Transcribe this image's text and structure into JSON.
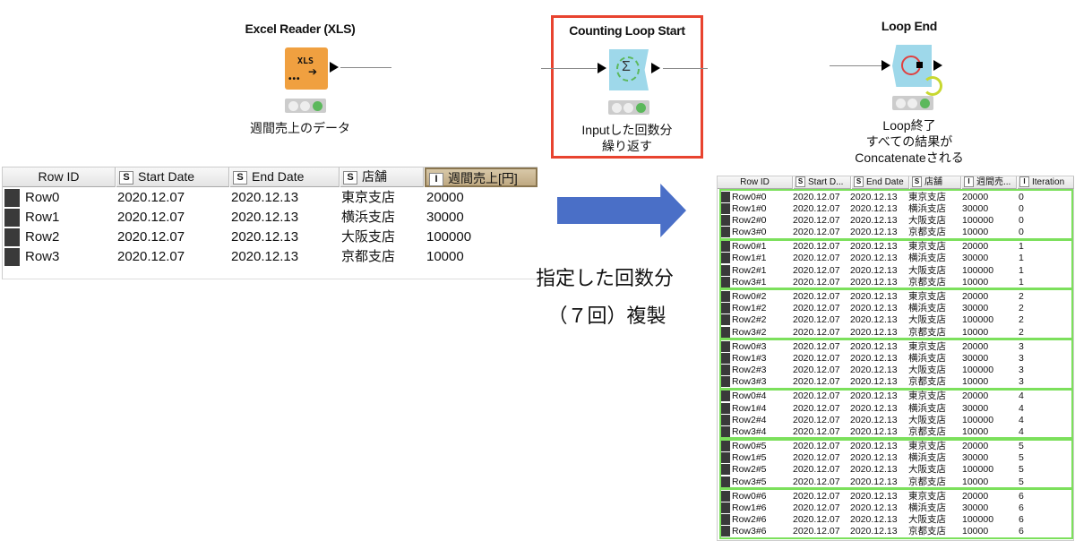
{
  "nodes": {
    "excel_reader": {
      "title": "Excel Reader (XLS)",
      "icon_text": "XLS",
      "label": "週間売上のデータ",
      "color": "#f0a040"
    },
    "loop_start": {
      "title": "Counting Loop Start",
      "icon": "sigma-loop-icon",
      "label_lines": [
        "Inputした回数分",
        "繰り返す"
      ],
      "color": "#9ed8ea",
      "highlight": "#e8432f"
    },
    "loop_end": {
      "title": "Loop End",
      "icon": "loop-end-icon",
      "label_lines": [
        "Loop終了",
        "すべての結果が",
        "Concatenateされる"
      ],
      "color": "#9ed8ea"
    }
  },
  "arrow": {
    "lines": [
      "指定した回数分",
      "（７回）複製"
    ],
    "color": "#4a6fc7"
  },
  "input_table": {
    "columns": [
      {
        "type": "",
        "label": "Row ID"
      },
      {
        "type": "S",
        "label": "Start Date"
      },
      {
        "type": "S",
        "label": "End Date"
      },
      {
        "type": "S",
        "label": "店舗"
      },
      {
        "type": "I",
        "label": "週間売上[円]"
      }
    ],
    "rows": [
      [
        "Row0",
        "2020.12.07",
        "2020.12.13",
        "東京支店",
        "20000"
      ],
      [
        "Row1",
        "2020.12.07",
        "2020.12.13",
        "横浜支店",
        "30000"
      ],
      [
        "Row2",
        "2020.12.07",
        "2020.12.13",
        "大阪支店",
        "100000"
      ],
      [
        "Row3",
        "2020.12.07",
        "2020.12.13",
        "京都支店",
        "10000"
      ]
    ]
  },
  "output_table": {
    "columns": [
      {
        "type": "",
        "label": "Row ID"
      },
      {
        "type": "S",
        "label": "Start D..."
      },
      {
        "type": "S",
        "label": "End Date"
      },
      {
        "type": "S",
        "label": "店舗"
      },
      {
        "type": "I",
        "label": "週間売..."
      },
      {
        "type": "I",
        "label": "Iteration"
      }
    ],
    "group_border_color": "#7ce05c",
    "groups": [
      [
        [
          "Row0#0",
          "2020.12.07",
          "2020.12.13",
          "東京支店",
          "20000",
          "0"
        ],
        [
          "Row1#0",
          "2020.12.07",
          "2020.12.13",
          "横浜支店",
          "30000",
          "0"
        ],
        [
          "Row2#0",
          "2020.12.07",
          "2020.12.13",
          "大阪支店",
          "100000",
          "0"
        ],
        [
          "Row3#0",
          "2020.12.07",
          "2020.12.13",
          "京都支店",
          "10000",
          "0"
        ]
      ],
      [
        [
          "Row0#1",
          "2020.12.07",
          "2020.12.13",
          "東京支店",
          "20000",
          "1"
        ],
        [
          "Row1#1",
          "2020.12.07",
          "2020.12.13",
          "横浜支店",
          "30000",
          "1"
        ],
        [
          "Row2#1",
          "2020.12.07",
          "2020.12.13",
          "大阪支店",
          "100000",
          "1"
        ],
        [
          "Row3#1",
          "2020.12.07",
          "2020.12.13",
          "京都支店",
          "10000",
          "1"
        ]
      ],
      [
        [
          "Row0#2",
          "2020.12.07",
          "2020.12.13",
          "東京支店",
          "20000",
          "2"
        ],
        [
          "Row1#2",
          "2020.12.07",
          "2020.12.13",
          "横浜支店",
          "30000",
          "2"
        ],
        [
          "Row2#2",
          "2020.12.07",
          "2020.12.13",
          "大阪支店",
          "100000",
          "2"
        ],
        [
          "Row3#2",
          "2020.12.07",
          "2020.12.13",
          "京都支店",
          "10000",
          "2"
        ]
      ],
      [
        [
          "Row0#3",
          "2020.12.07",
          "2020.12.13",
          "東京支店",
          "20000",
          "3"
        ],
        [
          "Row1#3",
          "2020.12.07",
          "2020.12.13",
          "横浜支店",
          "30000",
          "3"
        ],
        [
          "Row2#3",
          "2020.12.07",
          "2020.12.13",
          "大阪支店",
          "100000",
          "3"
        ],
        [
          "Row3#3",
          "2020.12.07",
          "2020.12.13",
          "京都支店",
          "10000",
          "3"
        ]
      ],
      [
        [
          "Row0#4",
          "2020.12.07",
          "2020.12.13",
          "東京支店",
          "20000",
          "4"
        ],
        [
          "Row1#4",
          "2020.12.07",
          "2020.12.13",
          "横浜支店",
          "30000",
          "4"
        ],
        [
          "Row2#4",
          "2020.12.07",
          "2020.12.13",
          "大阪支店",
          "100000",
          "4"
        ],
        [
          "Row3#4",
          "2020.12.07",
          "2020.12.13",
          "京都支店",
          "10000",
          "4"
        ]
      ],
      [
        [
          "Row0#5",
          "2020.12.07",
          "2020.12.13",
          "東京支店",
          "20000",
          "5"
        ],
        [
          "Row1#5",
          "2020.12.07",
          "2020.12.13",
          "横浜支店",
          "30000",
          "5"
        ],
        [
          "Row2#5",
          "2020.12.07",
          "2020.12.13",
          "大阪支店",
          "100000",
          "5"
        ],
        [
          "Row3#5",
          "2020.12.07",
          "2020.12.13",
          "京都支店",
          "10000",
          "5"
        ]
      ],
      [
        [
          "Row0#6",
          "2020.12.07",
          "2020.12.13",
          "東京支店",
          "20000",
          "6"
        ],
        [
          "Row1#6",
          "2020.12.07",
          "2020.12.13",
          "横浜支店",
          "30000",
          "6"
        ],
        [
          "Row2#6",
          "2020.12.07",
          "2020.12.13",
          "大阪支店",
          "100000",
          "6"
        ],
        [
          "Row3#6",
          "2020.12.07",
          "2020.12.13",
          "京都支店",
          "10000",
          "6"
        ]
      ]
    ]
  }
}
